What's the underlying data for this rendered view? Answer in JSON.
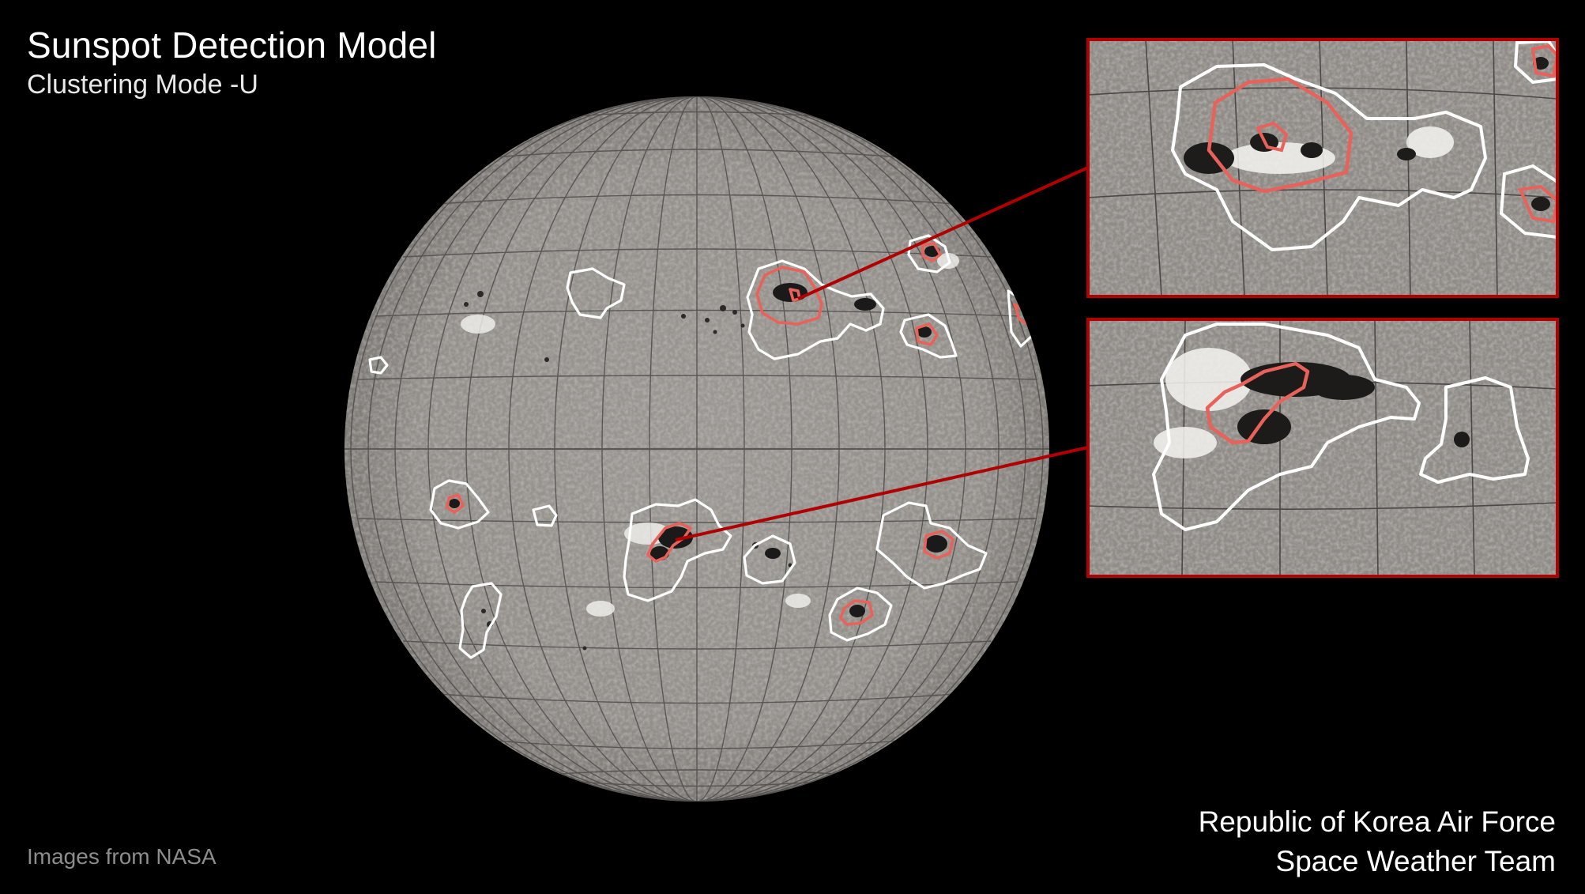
{
  "header": {
    "title": "Sunspot Detection Model",
    "subtitle": "Clustering Mode -U"
  },
  "footer": {
    "credit": "Images from NASA",
    "organization_line1": "Republic of Korea Air Force",
    "organization_line2": "Space Weather Team"
  },
  "colors": {
    "background": "#000000",
    "sun_disk": "#9a9692",
    "cluster_outline": "#ffffff",
    "umbra_outline": "#e9625a",
    "inset_border": "#b00000",
    "callout_line": "#b00000"
  }
}
